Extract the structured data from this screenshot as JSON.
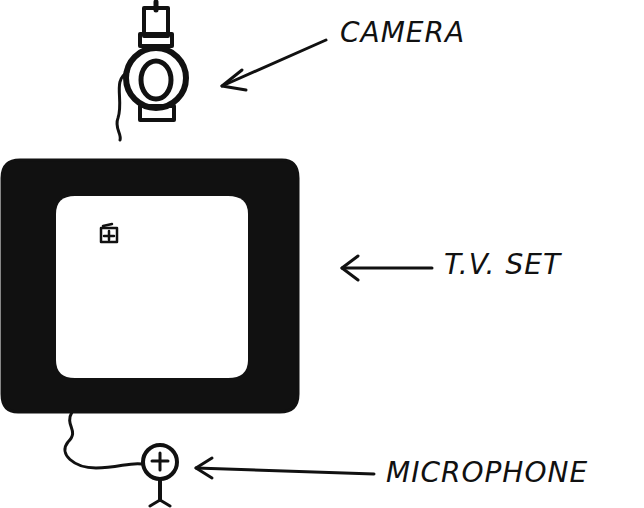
{
  "diagram": {
    "labels": [
      "CAMERA",
      "T.V. SET",
      "MICROPHONE"
    ]
  }
}
